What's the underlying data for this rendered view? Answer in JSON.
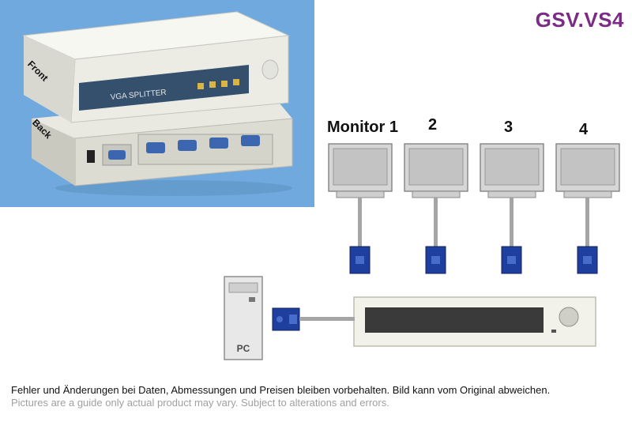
{
  "product": {
    "model": "GSV.VS4",
    "photo_labels": {
      "front": "Front",
      "back": "Back"
    },
    "device_text": "VGA SPLITTER"
  },
  "diagram": {
    "monitors": [
      {
        "label": "Monitor 1"
      },
      {
        "label": "2"
      },
      {
        "label": "3"
      },
      {
        "label": "4"
      }
    ],
    "pc_label": "PC"
  },
  "footer": {
    "disclaimer_de": "Fehler und Änderungen bei Daten, Abmessungen und Preisen bleiben vorbehalten. Bild kann vom Original abweichen.",
    "disclaimer_en": "Pictures are a guide only actual product may vary. Subject to alterations and errors."
  },
  "colors": {
    "photo_bg": "#6fa9dd",
    "model_text": "#7b2a86",
    "connector_blue": "#1f3f9e",
    "footer_gray": "#a0a0a0"
  }
}
